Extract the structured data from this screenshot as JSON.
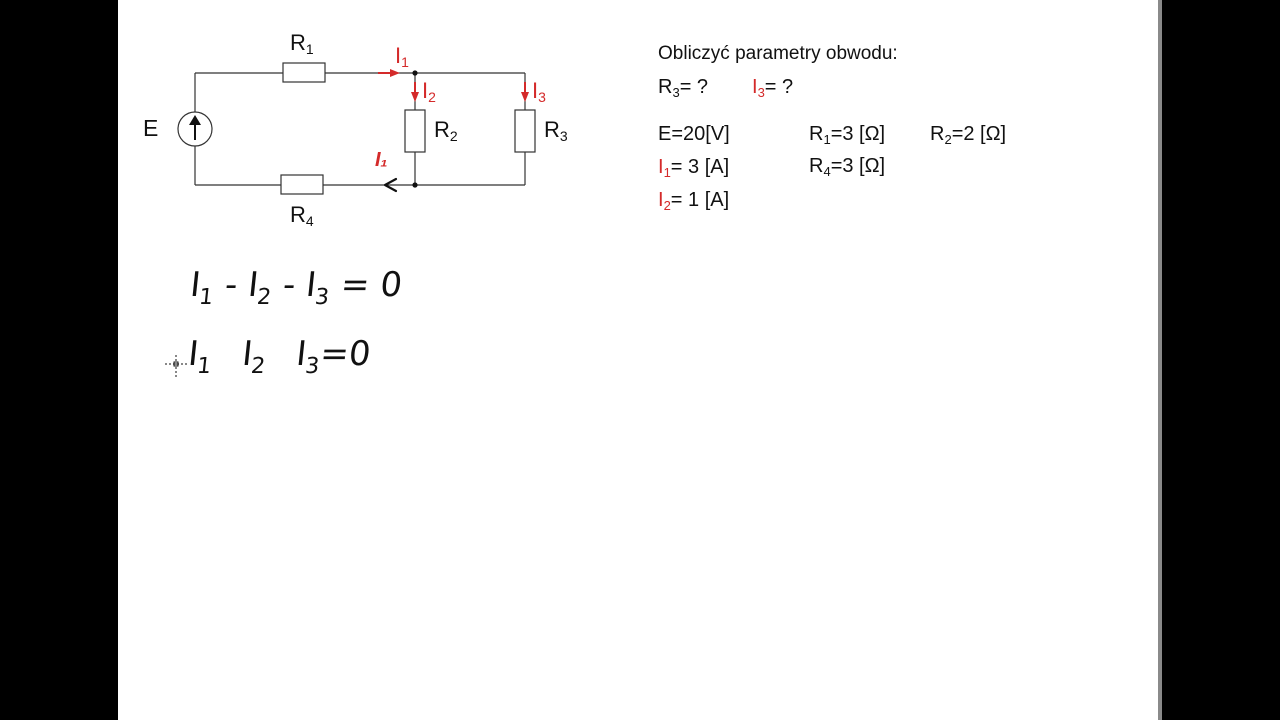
{
  "colors": {
    "accent_red": "#d42a2a",
    "ink": "#111111",
    "board": "#ffffff"
  },
  "circuit": {
    "source_label": "E",
    "r1": {
      "main": "R",
      "sub": "1"
    },
    "r2": {
      "main": "R",
      "sub": "2"
    },
    "r3": {
      "main": "R",
      "sub": "3"
    },
    "r4": {
      "main": "R",
      "sub": "4"
    },
    "i1": {
      "main": "I",
      "sub": "1"
    },
    "i2": {
      "main": "I",
      "sub": "2"
    },
    "i3": {
      "main": "I",
      "sub": "3"
    },
    "i1_return": "I₁"
  },
  "task": {
    "title": "Obliczyć parametry obwodu:",
    "unknown_r3": {
      "main": "R",
      "sub": "3",
      "rest": "= ?"
    },
    "unknown_i3": {
      "main": "I",
      "sub": "3",
      "rest": "= ?"
    }
  },
  "given": {
    "e": "E=20[V]",
    "r1": {
      "main": "R",
      "sub": "1",
      "rest": "=3 [Ω]"
    },
    "r2": {
      "main": "R",
      "sub": "2",
      "rest": "=2 [Ω]"
    },
    "i1": {
      "main": "I",
      "sub": "1",
      "rest": "= 3  [A]"
    },
    "r4": {
      "main": "R",
      "sub": "4",
      "rest": "=3 [Ω]"
    },
    "i2": {
      "main": "I",
      "sub": "2",
      "rest": "= 1  [A]"
    }
  },
  "equations": {
    "eq1": {
      "t1": "I",
      "s1": "1",
      "op1": " - ",
      "t2": "I",
      "s2": "2",
      "op2": " - ",
      "t3": "I",
      "s3": "3",
      "rest": " = 0"
    },
    "eq2": {
      "t1": "I",
      "s1": "1",
      "t2": "I",
      "s2": "2",
      "t3": "I",
      "s3": "3",
      "rest": "=0"
    }
  }
}
